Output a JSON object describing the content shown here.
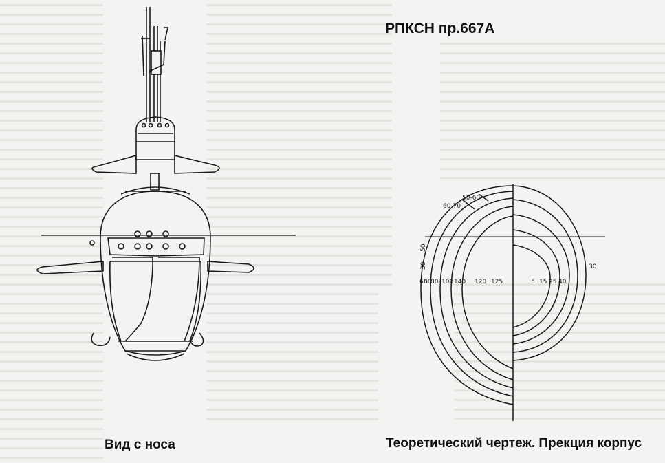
{
  "figure": {
    "title": "РПКСН пр.667А",
    "caption_left": "Вид с носа",
    "caption_right": "Теоретический чертеж. Прекция корпус"
  },
  "drawing_labels": {
    "frames_left": [
      "60",
      "80",
      "100",
      "120",
      "125"
    ],
    "frames_right": [
      "5",
      "15",
      "25",
      "40",
      "30"
    ],
    "top_labels": [
      "50-60",
      "60-70"
    ],
    "side_left": [
      "50",
      "30"
    ],
    "side_lower": [
      "60",
      "80",
      "100",
      "140"
    ]
  },
  "colors": {
    "paper": "#f3f3f1",
    "ink": "#1a1a1a",
    "bleed_text": "#bdbdbb"
  }
}
